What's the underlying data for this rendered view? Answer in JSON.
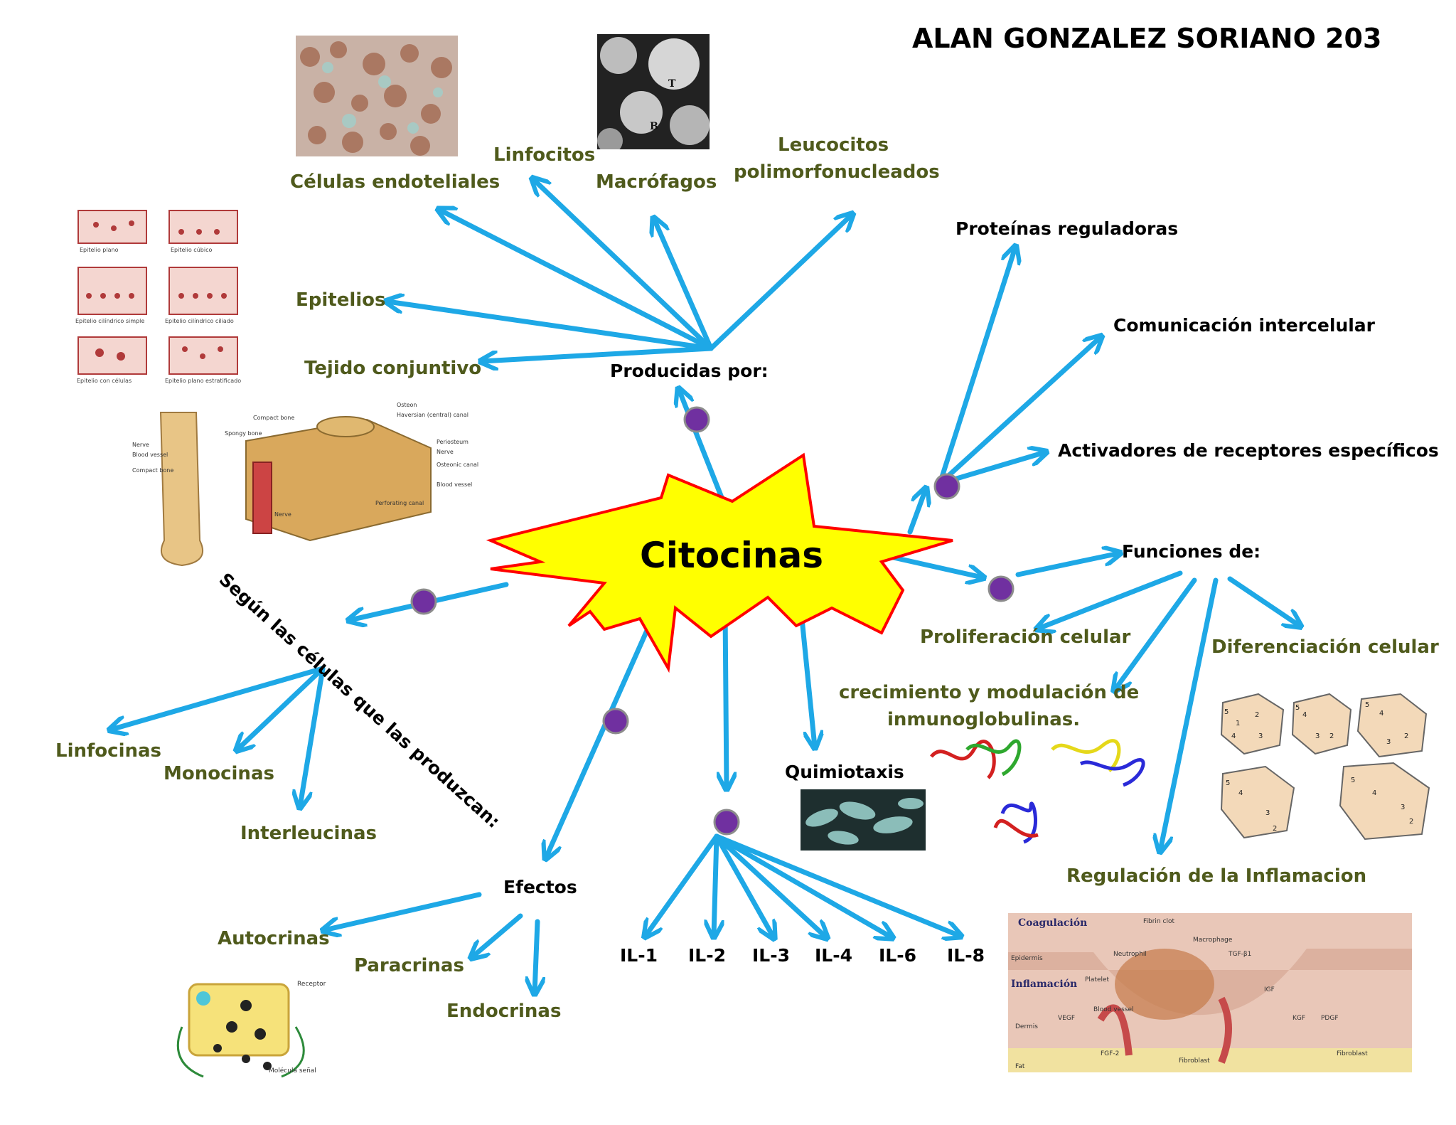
{
  "title": "ALAN GONZALEZ SORIANO 203",
  "center": "Citocinas",
  "producidas": {
    "heading": "Producidas por:",
    "items": [
      "Células endoteliales",
      "Linfocitos",
      "Macrófagos",
      "Leucocitos",
      "polimorfonucleados",
      "Epitelios",
      "Tejido conjuntivo"
    ]
  },
  "right_branch": {
    "items": [
      "Proteínas reguladoras",
      "Comunicación intercelular",
      "Activadores de receptores  específicos"
    ]
  },
  "funciones": {
    "heading": "Funciones de:",
    "items": [
      "Proliferación celular",
      "Diferenciación celular",
      "crecimiento y modulación de",
      "inmunoglobulinas.",
      "Regulación de la Inflamacion"
    ]
  },
  "segun": {
    "heading": "Según las células que las produzcan:",
    "items": [
      "Linfocinas",
      "Monocinas",
      "Interleucinas"
    ]
  },
  "efectos": {
    "heading": "Efectos",
    "items": [
      "Autocrinas",
      "Paracrinas",
      "Endocrinas"
    ]
  },
  "quimiotaxis": "Quimiotaxis",
  "interleukins": [
    "IL-1",
    "IL-2",
    "IL-3",
    "IL-4",
    "IL-6",
    "IL-8"
  ],
  "epithelia_labels": [
    "Epitelio plano",
    "Epitelio cúbico",
    "Epitelio cilíndrico simple",
    "Epitelio cilíndrico ciliado",
    "Epitelio con células",
    "Epitelio plano estratificado"
  ],
  "bone_labels": [
    "Compact bone",
    "Spongy bone",
    "Nerve",
    "Blood vessel",
    "Compact bone",
    "Osteon",
    "Haversian (central) canal",
    "Periosteum",
    "Nerve",
    "Osteonic canal",
    "Blood vessel",
    "Perforating canal",
    "Nerve"
  ],
  "micrograph_labels": [
    "T",
    "B"
  ],
  "receptor_labels": [
    "Receptor",
    "Molécula señal"
  ],
  "inflammation_labels": [
    "Coagulación",
    "Inflamación",
    "Epidermis",
    "Dermis",
    "Fat",
    "Neutrophil",
    "Macrophage",
    "Fibroblast",
    "Blood vessel",
    "Fibrin clot",
    "Platelet",
    "VEGF",
    "FGF-2",
    "TGF-β1",
    "PDGF",
    "KGF",
    "IGF",
    "Fibroblast"
  ],
  "colors": {
    "arrow": "#1ea8e6",
    "node": "#7030a0",
    "star_fill": "#ffff00",
    "star_stroke": "#ff0000",
    "green_text": "#4f5a1c"
  }
}
